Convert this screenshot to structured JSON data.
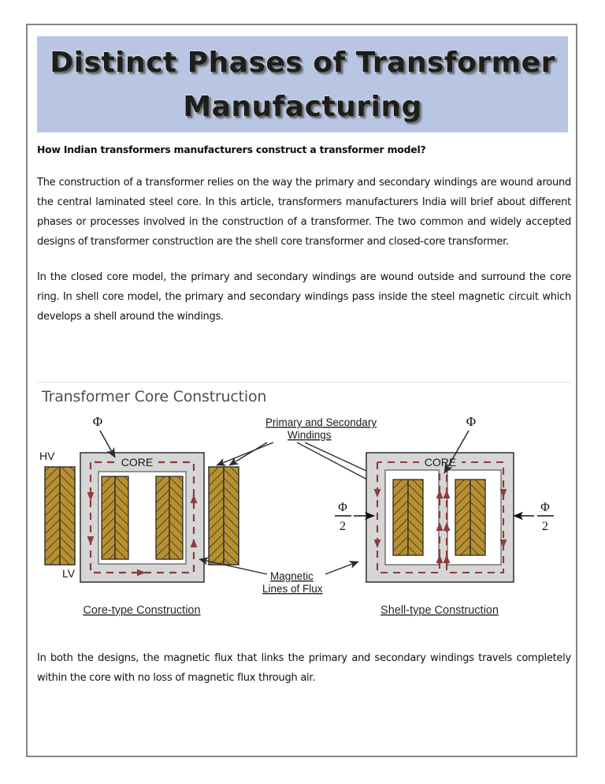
{
  "document": {
    "title": "Distinct Phases of Transformer\nManufacturing",
    "title_band_color": "#b8c6e4",
    "lead_question": "How Indian transformers manufacturers construct a transformer model?",
    "paragraphs": [
      "The construction of a transformer relies on the way the primary and secondary windings are wound around the central laminated steel core. In this article, transformers manufacturers India will brief about different phases or processes involved in the construction of a transformer. The two common and widely accepted designs of transformer construction are the shell core transformer and closed-core transformer.",
      "In the closed core model, the primary and secondary windings are wound outside and surround the core ring. In shell core model, the primary and secondary windings pass inside the steel magnetic circuit which develops a shell around the windings."
    ],
    "closing_paragraph": "In both the designs, the magnetic flux that links the primary and secondary windings travels completely within the core with no loss of magnetic flux through air."
  },
  "figure": {
    "heading": "Transformer Core Construction",
    "heading_color": "#4a4f58",
    "colors": {
      "core_fill": "#d6d6d6",
      "core_stroke": "#3a3a3a",
      "window_fill": "#ffffff",
      "winding_fill": "#b8902f",
      "winding_stroke": "#2b2b2b",
      "flux_color": "#8d3b3b",
      "label_color": "#1a1a1a",
      "leader_color": "#2a2a2a"
    },
    "labels": {
      "phi": "Φ",
      "phi_half_numerator": "Φ",
      "phi_half_denominator": "2",
      "core": "CORE",
      "hv": "HV",
      "lv": "LV",
      "windings_line1": "Primary and Secondary",
      "windings_line2": "Windings",
      "flux_line1": "Magnetic",
      "flux_line2": "Lines of Flux",
      "caption_left": "Core-type Construction",
      "caption_right": "Shell-type Construction"
    }
  }
}
